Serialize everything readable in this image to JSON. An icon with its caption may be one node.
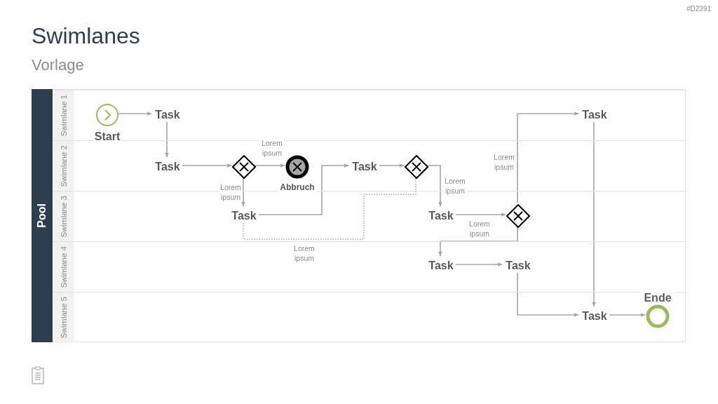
{
  "diagram": {
    "title": "Swimlanes",
    "nodes": [
      {
        "text": [
          "Pool"
        ]
      },
      {
        "text": [
          "Swimlane 1"
        ],
        "in": 0
      },
      {
        "text": [
          "Swimlane 2"
        ],
        "in": 0
      },
      {
        "text": [
          "Swimlane 3"
        ],
        "in": 0
      },
      {
        "text": [
          "Swimlane 4"
        ],
        "in": 0
      },
      {
        "text": [
          "Swimlane 5"
        ],
        "in": 0
      },
      {
        "text": [
          "Start"
        ],
        "in": 1
      },
      {
        "text": [
          "Task"
        ],
        "in": 1
      },
      {
        "text": [
          "Task"
        ],
        "in": 2
      },
      {
        "text": [],
        "shape": "diamond",
        "in": 2
      },
      {
        "text": [
          "Abbruch"
        ],
        "in": 2
      },
      {
        "text": [
          "Task"
        ],
        "in": 3
      },
      {
        "text": [
          "Task"
        ],
        "in": 2
      },
      {
        "text": [],
        "shape": "diamond",
        "in": 2
      },
      {
        "text": [
          "Task"
        ],
        "in": 3
      },
      {
        "text": [],
        "shape": "diamond",
        "in": 3
      },
      {
        "text": [
          "Task"
        ],
        "in": 1
      },
      {
        "text": [
          "Task"
        ],
        "in": 4
      },
      {
        "text": [
          "Task"
        ],
        "in": 4
      },
      {
        "text": [
          "Task"
        ],
        "in": 5
      },
      {
        "text": [
          "Ende"
        ],
        "in": 5
      }
    ],
    "edges": [
      {
        "from": 6,
        "to": 7,
        "arrow": "to"
      },
      {
        "from": 7,
        "to": 8,
        "arrow": "to"
      },
      {
        "from": 8,
        "to": 9,
        "arrow": "to"
      },
      {
        "from": 9,
        "to": 10,
        "arrow": "to",
        "label": "Lorem ipsum"
      },
      {
        "from": 9,
        "to": 11,
        "arrow": "to",
        "label": "Lorem ipsum"
      },
      {
        "from": 11,
        "to": 12,
        "arrow": "to"
      },
      {
        "from": 12,
        "to": 13,
        "arrow": "to"
      },
      {
        "from": 13,
        "to": 14,
        "arrow": "to",
        "label": "Lorem ipsum"
      },
      {
        "from": 11,
        "to": 13,
        "arrow": "none",
        "style": "dashed",
        "label": "Lorem ipsum"
      },
      {
        "from": 14,
        "to": 15,
        "arrow": "to",
        "label": "Lorem ipsum"
      },
      {
        "from": 15,
        "to": 16,
        "arrow": "to",
        "label": "Lorem ipsum"
      },
      {
        "from": 15,
        "to": 17,
        "arrow": "to"
      },
      {
        "from": 17,
        "to": 18,
        "arrow": "to"
      },
      {
        "from": 18,
        "to": 19,
        "arrow": "to"
      },
      {
        "from": 16,
        "to": 19,
        "arrow": "to"
      },
      {
        "from": 19,
        "to": 20,
        "arrow": "to"
      }
    ],
    "labels": [
      "#D2391",
      "Vorlage"
    ]
  }
}
